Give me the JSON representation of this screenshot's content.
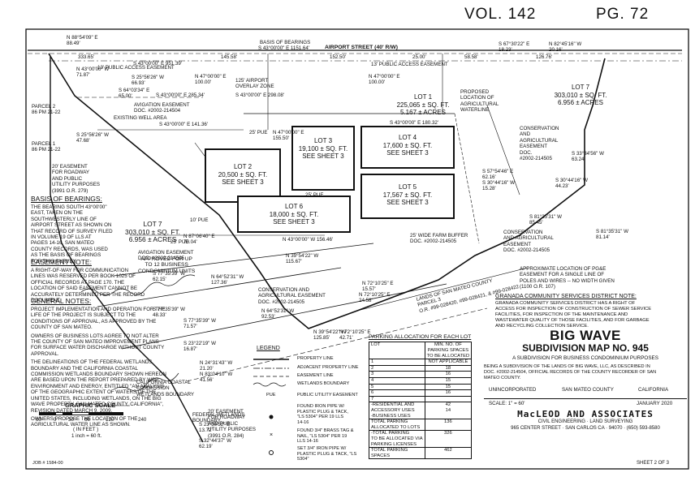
{
  "header": {
    "vol": "VOL. 142",
    "pg": "PG. 72"
  },
  "top": {
    "street": "AIRPORT STREET (40' R/W)",
    "basis_label": "BASIS OF BEARINGS",
    "basis_bearing": "S 43°00'00\" E  1151.64'",
    "easement_north_a": "13' PUBLIC ACCESS EASEMENT",
    "easement_north_b": "13' PUBLIC ACCESS EASEMENT",
    "bearing_nw": "N 88°54'09\" E\n88.49'",
    "bearing_ne1": "S 67°30'22\" E\n18.23'",
    "bearing_ne2": "N 82°45'16\" W\n20.16'",
    "dist_a": "333.65'",
    "dist_b": "145.58'",
    "dist_c": "152.50'",
    "dist_d": "25.00'",
    "dist_e": "58.58'",
    "dist_f": "126.76'"
  },
  "lots": [
    {
      "name": "LOT 1",
      "area": "225,065 ± SQ. FT.",
      "acres": "5.167 ± ACRES"
    },
    {
      "name": "LOT 7",
      "area": "303,010 ± SQ. FT.",
      "acres": "6.956 ± ACRES"
    },
    {
      "name": "LOT 7",
      "area": "303,010 ± SQ. FT.",
      "acres": "6.956 ± ACRES"
    },
    {
      "name": "LOT 2",
      "area": "20,500 ± SQ. FT.",
      "note": "SEE SHEET 3"
    },
    {
      "name": "LOT 3",
      "area": "19,100 ± SQ. FT.",
      "note": "SEE SHEET 3"
    },
    {
      "name": "LOT 4",
      "area": "17,600 ± SQ. FT.",
      "note": "SEE SHEET 3"
    },
    {
      "name": "LOT 5",
      "area": "17,567 ± SQ. FT.",
      "note": "SEE SHEET 3"
    },
    {
      "name": "LOT 6",
      "area": "18,000 ± SQ. FT.",
      "note": "SEE SHEET 3"
    }
  ],
  "labels": {
    "approved": "APPROVED FOR UP\nTO 12 BUSINESS\nCONDOMINIUM UNITS",
    "avigation1": "AVIGATION EASEMENT\nDOC. #2002-214504",
    "avigation2": "AVIGATION EASEMENT\nDOC. #2002-214505",
    "conservation1": "CONSERVATION\nAND\nAGRICULTURAL\nEASEMENT\nDOC.\n#2002-214505",
    "conservation2": "CONSERVATION AND\nAGRICULTURAL EASEMENT\nDOC. #2002-214505",
    "conservation3": "CONSERVATION\nAND AGRICULTURAL\nEASEMENT\nDOC. #2002-214505",
    "buffer": "25' WIDE FARM BUFFER\nDOC. #2002-214505",
    "existing_well": "EXISTING WELL AREA",
    "overlay": "125' AIRPORT\nOVERLAY ZONE",
    "proposed": "PROPOSED\nLOCATION OF\nAGRICULTURAL\nWATERLINE",
    "easement20": "20' EASEMENT\nFOR ROADWAY\nAND PUBLIC\nUTILITY PURPOSES\n(3991 O.R. 279)",
    "easement20b": "20' EASEMENT\nFOR ROADWAY\nAND PUBLIC\nUTILITY PURPOSES\n(3991 O.R. 284)",
    "approx_easement": "APPROXIMATE LOCATION OF PG&E\nEASEMENT FOR A SINGLE LINE OF\nPOLES AND WIRES -- NO WIDTH GIVEN\n(1100 O.R. 107)",
    "coastal": "CALIFORNIA COASTAL\nCOMMISSION\nWETLANDS BOUNDARY",
    "fed_wetlands": "FEDERAL WETLANDS\nBOUNDARY",
    "lands_of": "LANDS OF SAN MATEO COUNTY\nPARCEL 3\nO.R. #99-028420, #99-028421, & #99-028422",
    "parcel2a": "PARCEL 2\n86 PM 21-22",
    "parcel1": "PARCEL 1\n86 PM 21-22",
    "pue": "25' PUE",
    "pue10": "10' PUE"
  },
  "bearings": [
    "S 43°00'00\" E  951.39'",
    "N 43°00'00\" W\n71.87'",
    "S 25°56'26\" W\n66.93'",
    "S 64°03'34\" E\n65.00'",
    "S 43°00'00\" E  285.34'",
    "N 47°00'00\" E\n100.00'",
    "S 43°00'00\" E  298.08'",
    "N 47°00'00\" E\n100.00'",
    "S 43°00'00\" E  180.32'",
    "S 43°00'00\" E  141.36'",
    "S 25°56'26\" W\n47.68'",
    "N 47°00'00\" E\n155.50'",
    "N 87°06'40\" E\n70.04'",
    "N 43°00'00\" W  156.46'",
    "N 39°54'22\" W\n115.67'",
    "N 64°52'31\" W\n127.36'",
    "S 77°35'39\" W\n62.15'",
    "S 77°35'39\" W\n48.33'",
    "S 77°35'39\" W\n71.57'",
    "N 64°52'31\" W\n92.53'",
    "N 39°54'22\" W\n125.85'",
    "N 72°10'25\" E\n42.71'",
    "N 72°10'25\" E\n15.57'",
    "N 72°10'25\" E\n24.58'",
    "S 57°54'46\" E\n62.16'",
    "S 30°44'16\" W\n15.28'",
    "S 30°44'16\" W\n44.23'",
    "S 33°34'56\" W\n63.24'",
    "S 81°35'31\" W\n85.45'",
    "S 81°35'31\" W\n81.14'",
    "N 24°31'43\" W\n21.20'",
    "S 23°50'52\" E\n13.72'",
    "N 83°04'10\" W\n41.56'",
    "S 32°44'37\" W\n62.19'",
    "S 23°22'19\" W\n16.87'"
  ],
  "basis_section": {
    "title": "BASIS OF BEARINGS:",
    "text": "THE BEARING SOUTH 43°00'00\"\nEAST, TAKEN ON THE\nSOUTHWESTERLY LINE OF\nAIRPORT STREET AS SHOWN ON\nTHAT RECORD OF SURVEY FILED\nIN VOLUME 19 OF LLS AT\nPAGES 14-16, SAN MATEO\nCOUNTY RECORDS, WAS USED\nAS THE BASIS OF BEARINGS\nFOR THIS SURVEY."
  },
  "easement_note": {
    "title": "EASEMENT NOTE:",
    "text": "A RIGHT-OF-WAY FOR COMMUNICATION\nLINES WAS RESERVED PER BOOK 1025 OF\nOFFICIAL RECORDS AT PAGE 170. THE\nLOCATION OF SAID EASEMENT CANNOT BE\nACCURATELY DETERMINED PER THE RECORD\nDOCUMENT."
  },
  "general_notes": {
    "title": "GENERAL NOTES:",
    "p1": "PROJECT IMPLEMENTATION AND OPERATION FOR THE\nLIFE OF THE PROJECT IS SUBJECT TO THE\nCONDITIONS OF APPROVAL, AS APPROVED BY THE\nCOUNTY OF SAN MATEO.",
    "p2": "OWNERS OF BUSINESS LOTS AGREE TO NOT ALTER\nTHE COUNTY OF SAN MATEO IMPROVEMENT PLANS\nFOR SURFACE WATER DISCHARGE WITHOUT COUNTY\nAPPROVAL.",
    "p3": "THE DELINEATIONS OF THE FEDERAL WETLANDS\nBOUNDARY AND THE CALIFORNIA COASTAL\nCOMMISSION WETLANDS BOUNDARY SHOWN HEREON\nARE BASED UPON THE REPORT PREPARED BY WSP\nENVIRONMENT AND ENERGY, ENTITLED \"AN ANALYSIS\nOF THE GEOGRAPHIC EXTENT OF WATERS OF THE\nUNITED STATES, INCLUDING WETLANDS, ON THE BIG\nWAVE PROPERTY, SAN MATEO COUNTY, CALIFORNIA\",\nREVISION DATED MARCH 9, 2009.",
    "p4": "OWNERS PROPOSE THE LOCATION OF THE\nAGRICULTURAL WATER LINE AS SHOWN."
  },
  "scale": {
    "title": "GRAPHIC SCALE",
    "ticks": [
      "60",
      "0",
      "30",
      "60",
      "120",
      "240"
    ],
    "unit": "( IN FEET )",
    "ratio": "1 inch = 60 ft."
  },
  "job": "JOB # 1584-00",
  "legend": {
    "title": "LEGEND",
    "items": [
      "PROPERTY LINE",
      "ADJACENT PROPERTY LINE",
      "EASEMENT LINE",
      "WETLANDS BOUNDARY",
      "PUBLIC UTILITY EASEMENT",
      "FOUND IRON PIPE W/\nPLASTIC PLUG & TACK,\n\"LS 5304\" PER 19 LLS\n14-16",
      "FOUND 3/4\" BRASS TAG &\nNAIL, \"LS 5304\" PER 19\nLLS 14-16",
      "SET 3/4\" IRON PIPE W/\nPLASTIC PLUG & TACK, \"LS\n5304\""
    ],
    "pue_sym": "PUE"
  },
  "parking": {
    "title": "PARKING ALLOCATION FOR EACH LOT",
    "col1": "LOT",
    "col2": "MIN. NO. OF\nPARKING SPACES\nTO BE ALLOCATED",
    "rows": [
      [
        "1",
        "NOT APPLICABLE"
      ],
      [
        "2",
        "18"
      ],
      [
        "3",
        "16"
      ],
      [
        "4",
        "15"
      ],
      [
        "5",
        "15"
      ],
      [
        "6",
        "16"
      ],
      [
        "7",
        ""
      ],
      [
        "-RESIDENTIAL AND\nACCESSORY USES\n-BUSINESS USES",
        "42\n14"
      ],
      [
        "TOTAL PARKING\nALLOCATED TO LOTS",
        "136"
      ],
      [
        "-TOTAL PARKING\nTO BE ALLOCATED VIA\nPARKING LICENSES",
        "326"
      ],
      [
        "TOTAL PARKING\nSPACES",
        "462"
      ]
    ]
  },
  "granada": {
    "title": "GRANADA COMMUNITY SERVICES DISTRICT NOTE:",
    "text": "GRANADA COMMUNITY SERVICES DISTRICT HAS A RIGHT OF\nACCESS FOR INSPECTION OF CONSTRUCTION OF SEWER SERVICE\nFACILITIES, FOR INSPECTION OF THE MAINTENANCE AND\nWASTEWATER QUALITY OF THOSE FACILITIES, AND FOR GARBAGE\nAND RECYCLING COLLECTION SERVICE."
  },
  "title_block": {
    "name": "BIG WAVE",
    "map": "SUBDIVISION MAP NO. 945",
    "sub": "A SUBDIVISION FOR BUSINESS CONDOMINIUM PURPOSES",
    "desc": "BEING A SUBDIVISION OF THE LANDS OF BIG WAVE, LLC, AS DESCRIBED IN\nDOC. #2002-214504, OFFICIAL RECORDS OF THE COUNTY RECORDER OF SAN\nMATEO COUNTY.",
    "unincorporated": "UNINCORPORATED",
    "county": "SAN MATEO COUNTY",
    "state": "CALIFORNIA",
    "scale": "SCALE: 1\" = 60'",
    "date": "JANUARY 2020",
    "firm": "MacLEOD AND ASSOCIATES",
    "firm_sub": "CIVIL ENGINEERING  ·  LAND SURVEYING",
    "address": "965 CENTER STREET · SAN CARLOS CA · 94070 · (650) 593-8580",
    "sheet": "SHEET 2 OF 3"
  }
}
